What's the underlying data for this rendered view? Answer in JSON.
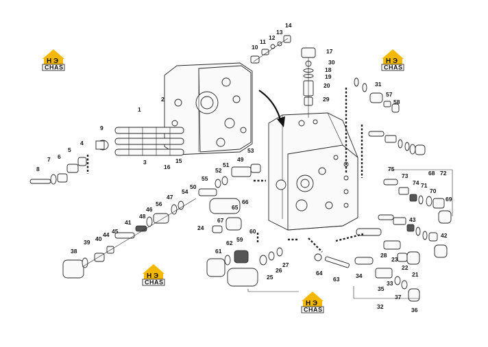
{
  "brand": {
    "logo_letters": "CHAS",
    "logo_accent": "#f5b800"
  },
  "diagram": {
    "part_numbers": [
      "1",
      "2",
      "3",
      "4",
      "5",
      "6",
      "7",
      "8",
      "9",
      "10",
      "11",
      "12",
      "13",
      "14",
      "15",
      "16",
      "17",
      "18",
      "19",
      "20",
      "21",
      "22",
      "23",
      "24",
      "25",
      "26",
      "27",
      "28",
      "29",
      "30",
      "31",
      "32",
      "33",
      "34",
      "35",
      "36",
      "37",
      "38",
      "39",
      "40",
      "41",
      "42",
      "43",
      "44",
      "45",
      "46",
      "47",
      "48",
      "49",
      "50",
      "51",
      "52",
      "53",
      "54",
      "55",
      "56",
      "57",
      "58",
      "59",
      "60",
      "61",
      "62",
      "63",
      "64",
      "65",
      "66",
      "67",
      "68",
      "69",
      "70",
      "71",
      "72",
      "73",
      "74",
      "75"
    ]
  }
}
